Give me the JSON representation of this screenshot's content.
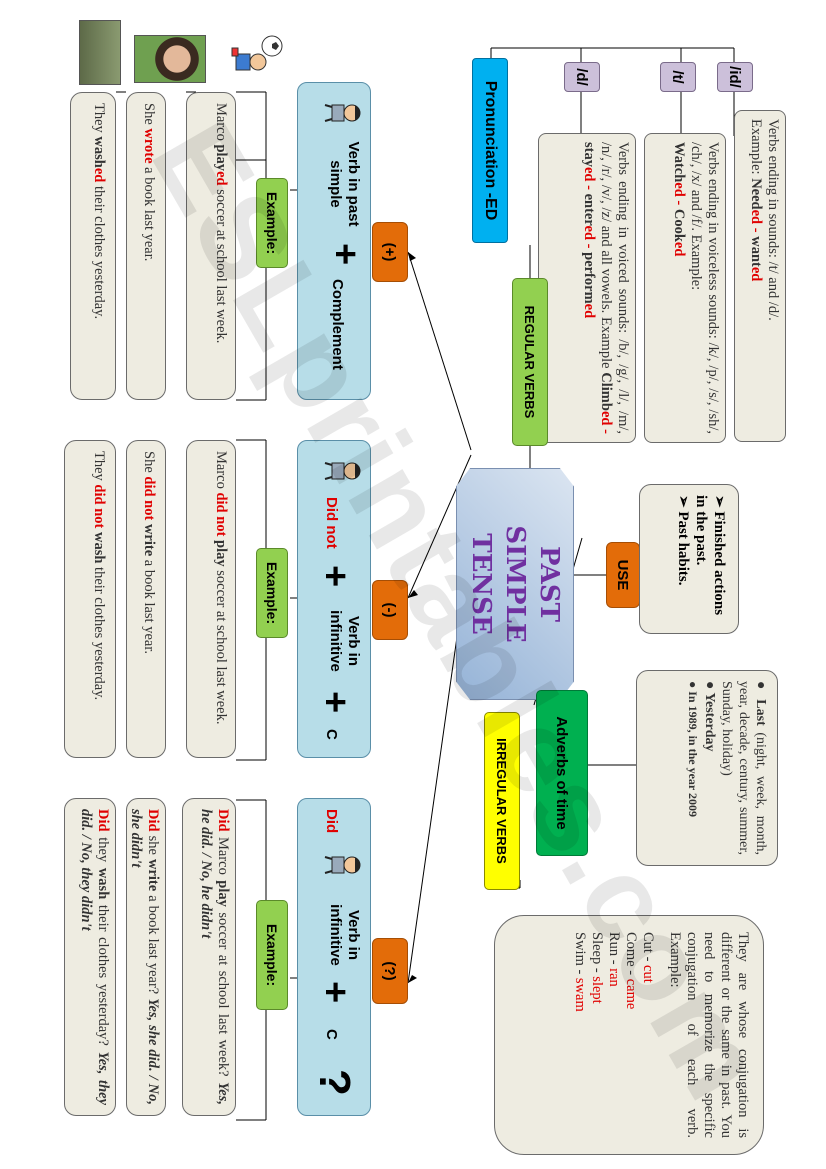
{
  "title": "PAST SIMPLE TENSE",
  "regular_verbs": "REGULAR VERBS",
  "irregular_verbs": "IRREGULAR VERBS",
  "pronunciation": {
    "title": "Pronunciation -ED",
    "labels": [
      "/id/",
      "/t/",
      "/d/"
    ],
    "id_rule": "Verbs ending in sounds: /t/ and /d/.",
    "id_example_prefix": "Example: ",
    "id_w1": "Need",
    "id_w1s": "ed",
    "id_sep": " - ",
    "id_w2": "want",
    "id_w2s": "ed",
    "t_rule": "Verbs ending in voiceless sounds: /k/, /p/, /s/, /sh/, /ch/, /x/ and /f/. Example:",
    "t_w1": "Watch",
    "t_w1s": "ed",
    "t_sep": " - ",
    "t_w2": "Cook",
    "t_w2s": "ed",
    "d_rule": "Verbs ending in voiced sounds: /b/, /g/, /l/, /m/, /n/, /r/, /v/, /z/ and all vowels. Example",
    "d_w1": "Climb",
    "d_w1s": "ed",
    "d_sep1": " - ",
    "d_w2": "stay",
    "d_w2s": "ed",
    "d_sep2": " - ",
    "d_w3": "enter",
    "d_w3s": "ed",
    "d_sep3": " - ",
    "d_w4": "perform",
    "d_w4s": "ed"
  },
  "use": {
    "label": "USE",
    "items": [
      "Finished actions in the past.",
      "Past habits."
    ]
  },
  "adverbs": {
    "label": "Adverbs of time",
    "item1_bold": "Last",
    "item1_rest": " (night, week, month, year, decade, century, summer, Sunday, holiday)",
    "item2": "Yesterday",
    "item3": "In 1989, in the year 2009"
  },
  "irregular": {
    "text": "They are whose conjugation is different or the same in past. You need to memorize the specific conjugation of each verb. Example:",
    "pairs": [
      {
        "base": "Cut - ",
        "past": "cut"
      },
      {
        "base": "Come - ",
        "past": "came"
      },
      {
        "base": "Run - ",
        "past": "ran"
      },
      {
        "base": "Sleep - ",
        "past": "slept"
      },
      {
        "base": "Swim - ",
        "past": "swam"
      }
    ]
  },
  "affirmative": {
    "sign": "(+)",
    "part1": "Verb in past simple",
    "plus": "+",
    "part2": "Complement",
    "example_label": "Example:",
    "ex1_pre": "Marco ",
    "ex1_verb": "play",
    "ex1_suffix": "ed",
    "ex1_post": " soccer at school last week.",
    "ex2_pre": "She ",
    "ex2_verb": "wrote",
    "ex2_post": " a book last year.",
    "ex3_pre": "They ",
    "ex3_verb": "wash",
    "ex3_suffix": "ed",
    "ex3_post": " their clothes yesterday."
  },
  "negative": {
    "sign": "(-)",
    "part1": "Did not",
    "plus1": "+",
    "part2": "Verb in infinitive",
    "plus2": "+",
    "part3": "C",
    "example_label": "Example:",
    "ex1_pre": "Marco ",
    "ex1_aux": "did not",
    "ex1_verb": " play",
    "ex1_post": " soccer at school last week.",
    "ex2_pre": "She ",
    "ex2_aux": "did not",
    "ex2_verb": " write",
    "ex2_post": " a book last year.",
    "ex3_pre": "They ",
    "ex3_aux": "did not",
    "ex3_verb": " wash",
    "ex3_post": " their clothes yesterday."
  },
  "question": {
    "sign": "(?)",
    "part1": "Did",
    "plus1": "+",
    "part2": "Verb in infinitive",
    "plus2": "+",
    "part3": "C",
    "mark": "?",
    "example_label": "Example:",
    "ex1_aux": "Did",
    "ex1_mid": " Marco ",
    "ex1_verb": "play",
    "ex1_post": " soccer at school last week? ",
    "ex1_ans": "Yes, he did. / No, he didn't",
    "ex2_aux": "Did",
    "ex2_mid": " she ",
    "ex2_verb": "write",
    "ex2_post": " a book last year? ",
    "ex2_ans": "Yes, she did. / No, she didn't",
    "ex3_aux": "Did",
    "ex3_mid": " they ",
    "ex3_verb": "wash",
    "ex3_post": " their clothes yesterday? ",
    "ex3_ans": "Yes, they did. / No, they didn't"
  },
  "watermark": "ESLprintables.com",
  "colors": {
    "red": "#e00000",
    "orange": "#e36c09",
    "green": "#92d050",
    "blue": "#b7dde8",
    "cyan": "#00b0f0",
    "yellow": "#ffff00",
    "purple": "#7030a0"
  }
}
